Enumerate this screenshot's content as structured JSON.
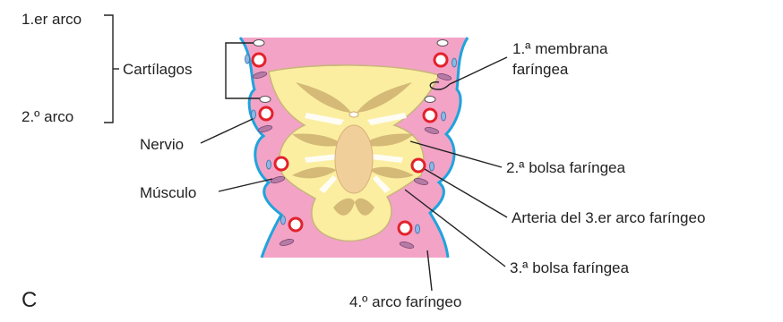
{
  "labels": {
    "arch1": "1.er arco",
    "arch2": "2.º arco",
    "cartilages": "Cartílagos",
    "nerve": "Nervio",
    "muscle": "Músculo",
    "membrane_line1": "1.ª membrana",
    "membrane_line2": "faríngea",
    "pouch2": "2.ª bolsa faríngea",
    "artery3": "Arteria del 3.er arco faríngeo",
    "pouch3": "3.ª bolsa faríngea",
    "arch4": "4.º arco faríngeo",
    "panel": "C"
  },
  "colors": {
    "mesenchyme": "#f3a3c6",
    "ectoderm": "#1fa3dd",
    "pharynx": "#fbeea0",
    "pharynx_dark": "#c8b57a",
    "artery": "#e2222c",
    "nerve": "#8ab8e6",
    "muscle": "#b57aa6",
    "endoderm_center": "#f1cf9a"
  },
  "icons": [
    "cartilage-ellipse",
    "artery-ring",
    "nerve-ellipse",
    "muscle-ellipse"
  ]
}
